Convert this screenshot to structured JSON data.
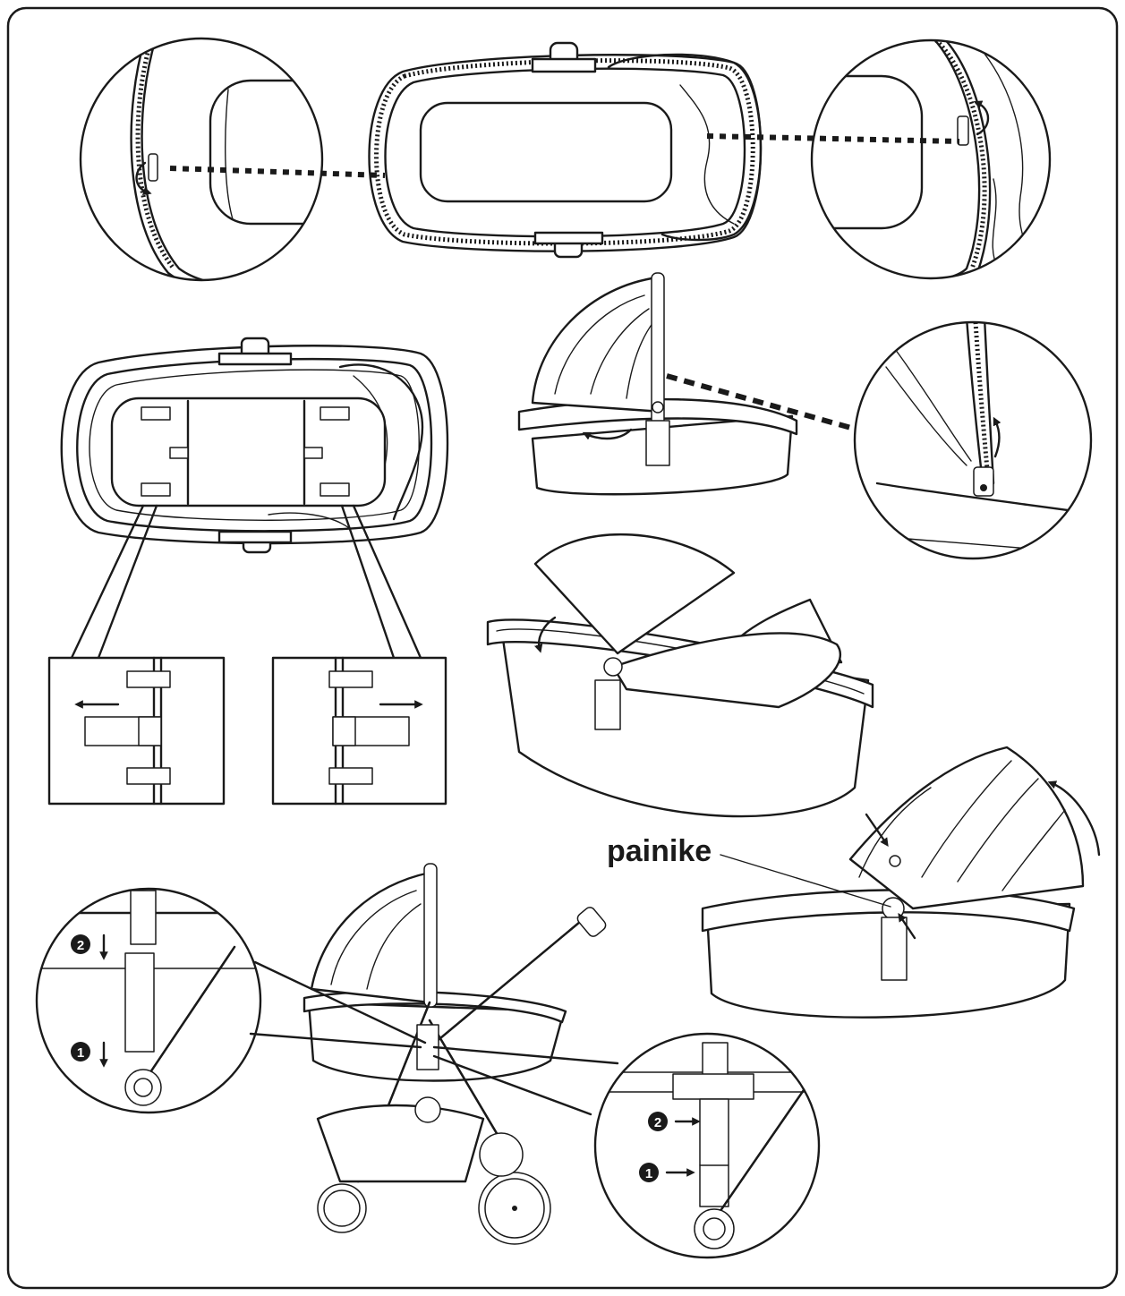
{
  "labels": {
    "button_label": "painike",
    "step_1": "1",
    "step_2": "2"
  },
  "colors": {
    "line": "#1a1a1a",
    "background": "#ffffff"
  }
}
